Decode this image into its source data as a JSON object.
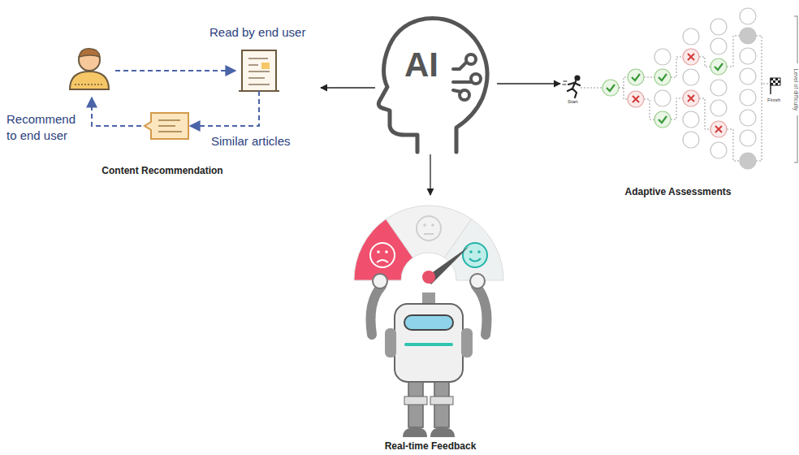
{
  "diagram": {
    "nodes": [
      {
        "text": [
          "AI"
        ]
      },
      {
        "text": [
          "Content Recommendation"
        ]
      },
      {
        "text": [
          "Read by end user"
        ],
        "in": 1
      },
      {
        "text": [
          "Similar articles"
        ],
        "in": 1
      },
      {
        "text": [
          "Adaptive Assessments"
        ]
      },
      {
        "text": [
          "Real-time Feedback"
        ]
      }
    ],
    "edges": [
      {
        "from": 0,
        "to": 1,
        "arrow": "to"
      },
      {
        "from": 0,
        "to": 4,
        "arrow": "to"
      },
      {
        "from": 0,
        "to": 5,
        "arrow": "to"
      },
      {
        "from": 2,
        "to": 3,
        "arrow": "to"
      }
    ],
    "labels": [
      "Recommend to end user",
      "Start",
      "Finish",
      "Level of difficulty"
    ]
  }
}
